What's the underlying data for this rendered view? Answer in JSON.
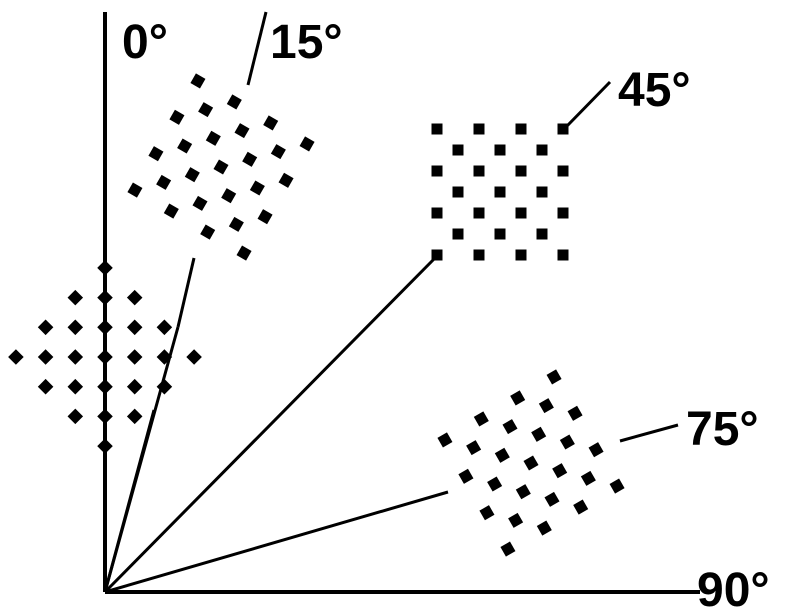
{
  "figure": {
    "labels": {
      "zero": "0°",
      "fifteen": "15°",
      "fortyfive": "45°",
      "seventyfive": "75°",
      "ninety": "90°"
    },
    "grids": [
      {
        "id": "grid-0",
        "rotation_deg": 45,
        "rows": 7,
        "cols": 7
      },
      {
        "id": "grid-15",
        "rotation_deg": 30,
        "rows": 7,
        "cols": 7
      },
      {
        "id": "grid-45",
        "rotation_deg": 0,
        "rows": 7,
        "cols": 7
      },
      {
        "id": "grid-75",
        "rotation_deg": -30,
        "rows": 7,
        "cols": 7
      }
    ],
    "color": "#000000"
  }
}
